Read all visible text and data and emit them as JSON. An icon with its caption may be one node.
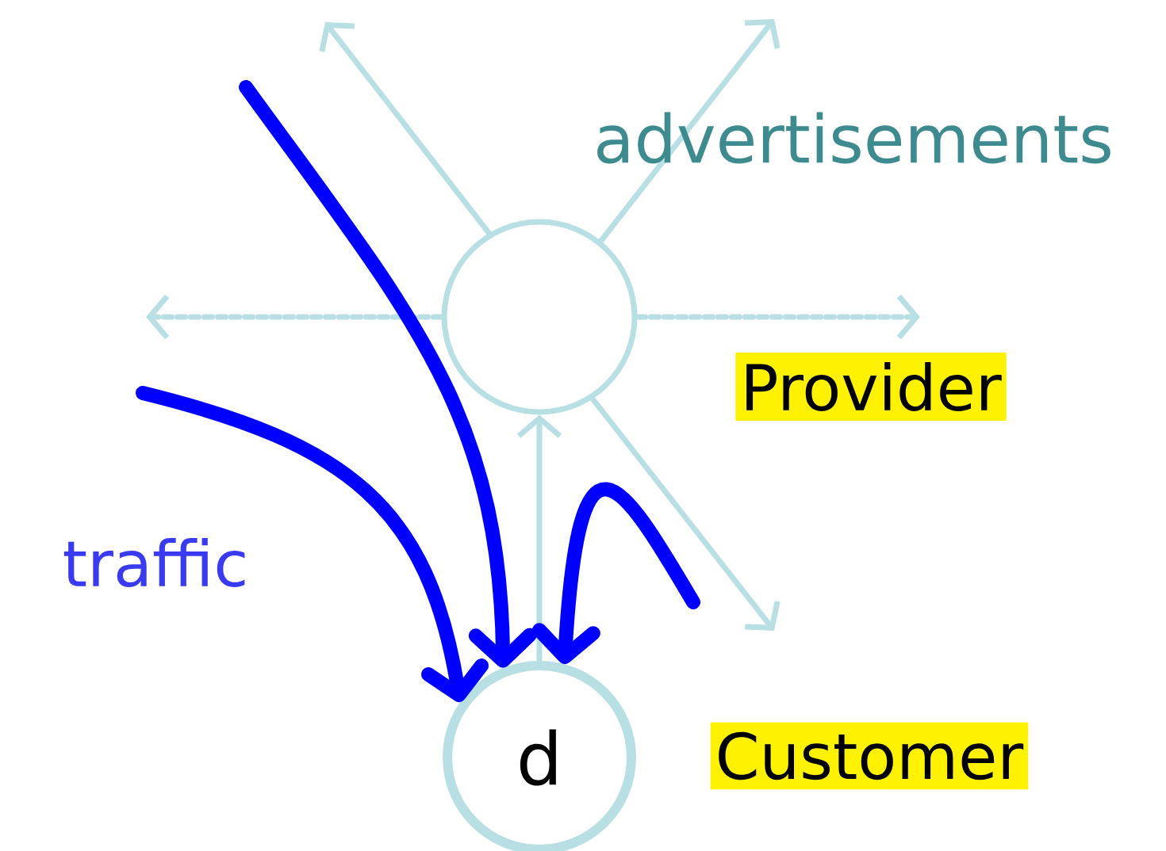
{
  "diagram": {
    "nodes": [
      {
        "text": [],
        "shape": "circle",
        "beside": [
          "Provider"
        ]
      },
      {
        "text": [
          "d"
        ],
        "beside": [
          "Customer"
        ]
      }
    ],
    "edges": [
      {
        "from": 0,
        "to": null,
        "arrow": "to"
      },
      {
        "from": 0,
        "to": null,
        "arrow": "to"
      },
      {
        "from": 0,
        "to": null,
        "arrow": "to",
        "style": "dashed"
      },
      {
        "from": 0,
        "to": null,
        "arrow": "to",
        "style": "dashed"
      },
      {
        "from": 0,
        "to": null,
        "arrow": "to"
      },
      {
        "from": 1,
        "to": 0,
        "arrow": "to"
      },
      {
        "from": null,
        "to": 1,
        "arrow": "to",
        "style": "thick",
        "color": "#0000ff"
      },
      {
        "from": null,
        "to": 1,
        "arrow": "to",
        "style": "thick",
        "color": "#0000ff"
      },
      {
        "from": null,
        "to": 1,
        "arrow": "to",
        "style": "thick",
        "color": "#0000ff"
      }
    ],
    "labels": [
      "advertisements",
      "traffic"
    ]
  }
}
